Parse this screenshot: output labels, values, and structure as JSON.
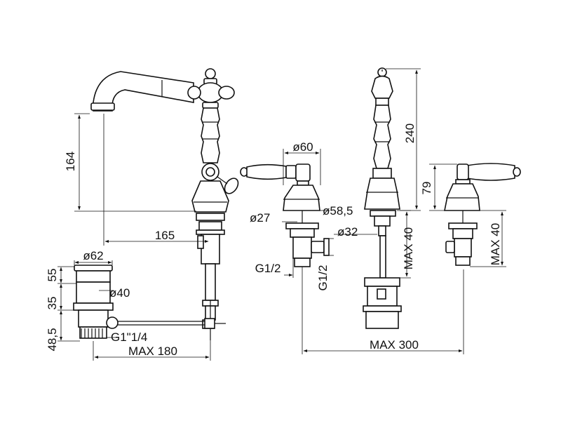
{
  "dimensions": {
    "spout_height": "164",
    "spout_reach": "165",
    "waste_diameter": "ø62",
    "waste_height_top": "55",
    "waste_plug_diameter": "ø40",
    "waste_height_mid": "35",
    "waste_thread": "G1\"1/4",
    "waste_height_bottom": "48,5",
    "waste_rod_max": "MAX 180",
    "handle_rose_diameter": "ø60",
    "handle_shank_diameter": "ø27",
    "handle_thread": "G1/2",
    "handle_outlet_thread": "G1/2",
    "body_base_diameter": "ø58,5",
    "body_shank_diameter": "ø32",
    "body_height": "240",
    "body_max_deck": "MAX 40",
    "total_width_max": "MAX 300",
    "right_handle_height": "79",
    "right_handle_max_deck": "MAX 40"
  }
}
